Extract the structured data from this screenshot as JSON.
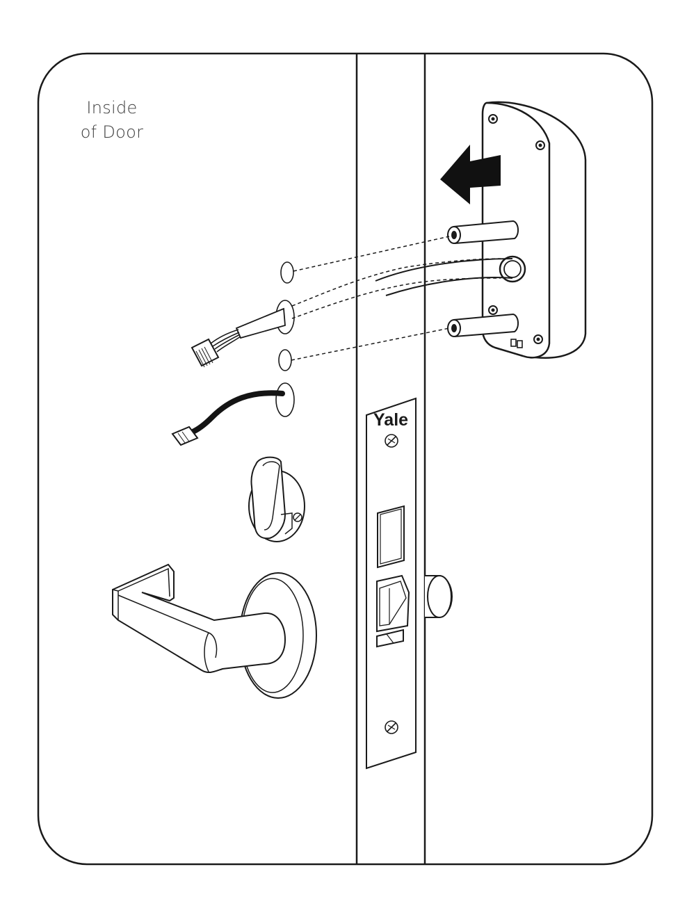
{
  "labels": {
    "side_line1": "Inside",
    "side_line2": "of Door",
    "brand": "Yale"
  },
  "colors": {
    "stroke": "#1a1a1a",
    "arrow": "#111111",
    "cable": "#141414",
    "background": "#ffffff"
  },
  "icons": {
    "direction_arrow": "arrow-left-icon",
    "faceplate_screws": "screw-icon"
  }
}
